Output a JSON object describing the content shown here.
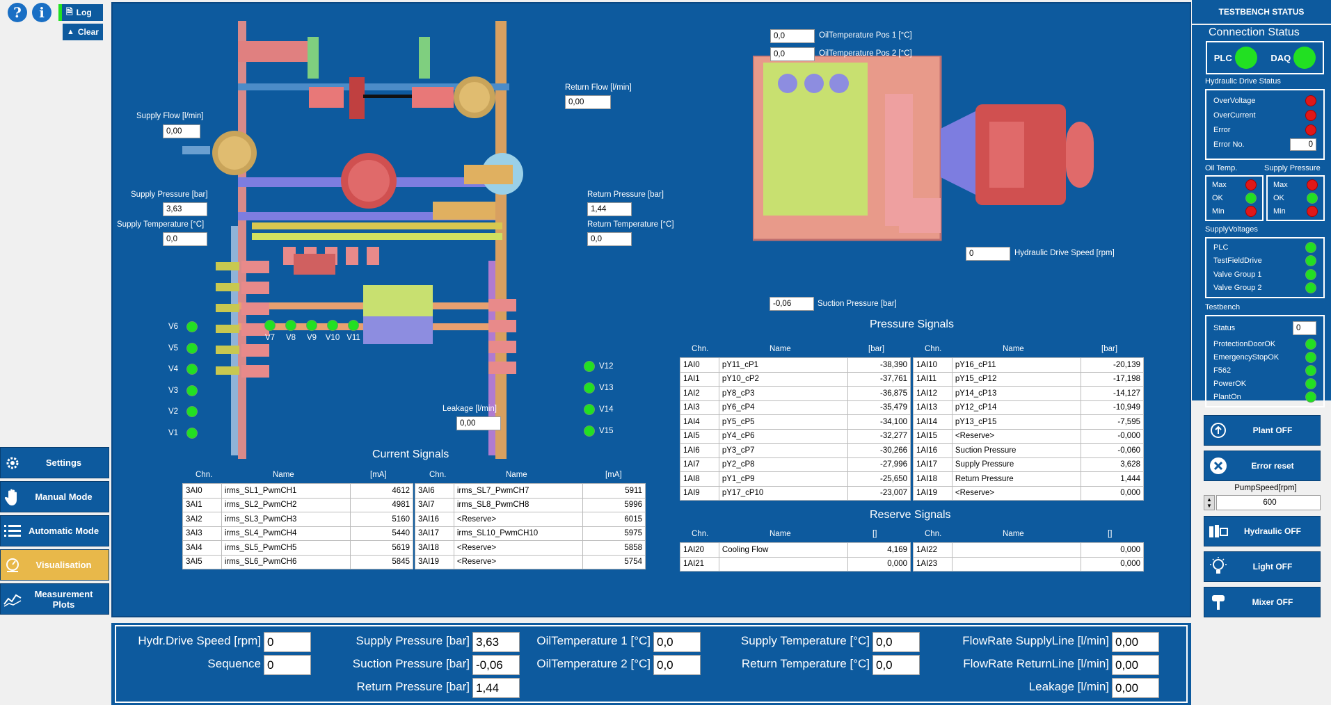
{
  "toolbar": {
    "help_icon": "question-icon",
    "info_icon": "info-icon",
    "log_label": "Log",
    "clear_label": "Clear"
  },
  "nav": [
    {
      "label": "Settings",
      "icon": "gear-icon"
    },
    {
      "label": "Manual Mode",
      "icon": "hand-icon"
    },
    {
      "label": "Automatic Mode",
      "icon": "list-icon"
    },
    {
      "label": "Visualisation",
      "icon": "gauge-icon",
      "active": true
    },
    {
      "label": "Measurement Plots",
      "icon": "chart-icon"
    }
  ],
  "diagram": {
    "supply_flow": {
      "label": "Supply Flow [l/min]",
      "value": "0,00"
    },
    "return_flow": {
      "label": "Return Flow [l/min]",
      "value": "0,00"
    },
    "supply_pressure": {
      "label": "Supply Pressure [bar]",
      "value": "3,63"
    },
    "supply_temperature": {
      "label": "Supply Temperature [°C]",
      "value": "0,0"
    },
    "return_pressure": {
      "label": "Return Pressure [bar]",
      "value": "1,44"
    },
    "return_temperature": {
      "label": "Return Temperature [°C]",
      "value": "0,0"
    },
    "leakage": {
      "label": "Leakage [l/min]",
      "value": "0,00"
    },
    "oil_temp_1": {
      "label": "OilTemperature Pos 1 [°C]",
      "value": "0,0"
    },
    "oil_temp_2": {
      "label": "OilTemperature Pos 2 [°C]",
      "value": "0,0"
    },
    "suction_pressure": {
      "label": "Suction Pressure [bar]",
      "value": "-0,06"
    },
    "drive_speed": {
      "label": "Hydraulic Drive Speed [rpm]",
      "value": "0"
    },
    "valves_left": [
      "V6",
      "V5",
      "V4",
      "V3",
      "V2",
      "V1"
    ],
    "valves_mid": [
      "V7",
      "V8",
      "V9",
      "V10",
      "V11"
    ],
    "valves_right": [
      "V12",
      "V13",
      "V14",
      "V15"
    ]
  },
  "current_signals": {
    "title": "Current Signals",
    "headers": [
      "Chn.",
      "Name",
      "[mA]"
    ],
    "left": [
      [
        "3AI0",
        "irms_SL1_PwmCH1",
        "4612"
      ],
      [
        "3AI1",
        "irms_SL2_PwmCH2",
        "4981"
      ],
      [
        "3AI2",
        "irms_SL3_PwmCH3",
        "5160"
      ],
      [
        "3AI3",
        "irms_SL4_PwmCH4",
        "5440"
      ],
      [
        "3AI4",
        "irms_SL5_PwmCH5",
        "5619"
      ],
      [
        "3AI5",
        "irms_SL6_PwmCH6",
        "5845"
      ]
    ],
    "right": [
      [
        "3AI6",
        "irms_SL7_PwmCH7",
        "5911"
      ],
      [
        "3AI7",
        "irms_SL8_PwmCH8",
        "5996"
      ],
      [
        "3AI16",
        "<Reserve>",
        "6015"
      ],
      [
        "3AI17",
        "irms_SL10_PwmCH10",
        "5975"
      ],
      [
        "3AI18",
        "<Reserve>",
        "5858"
      ],
      [
        "3AI19",
        "<Reserve>",
        "5754"
      ]
    ]
  },
  "pressure_signals": {
    "title": "Pressure Signals",
    "headers": [
      "Chn.",
      "Name",
      "[bar]"
    ],
    "left": [
      [
        "1AI0",
        "pY11_cP1",
        "-38,390"
      ],
      [
        "1AI1",
        "pY10_cP2",
        "-37,761"
      ],
      [
        "1AI2",
        "pY8_cP3",
        "-36,875"
      ],
      [
        "1AI3",
        "pY6_cP4",
        "-35,479"
      ],
      [
        "1AI4",
        "pY5_cP5",
        "-34,100"
      ],
      [
        "1AI5",
        "pY4_cP6",
        "-32,277"
      ],
      [
        "1AI6",
        "pY3_cP7",
        "-30,266"
      ],
      [
        "1AI7",
        "pY2_cP8",
        "-27,996"
      ],
      [
        "1AI8",
        "pY1_cP9",
        "-25,650"
      ],
      [
        "1AI9",
        "pY17_cP10",
        "-23,007"
      ]
    ],
    "right": [
      [
        "1AI10",
        "pY16_cP11",
        "-20,139"
      ],
      [
        "1AI11",
        "pY15_cP12",
        "-17,198"
      ],
      [
        "1AI12",
        "pY14_cP13",
        "-14,127"
      ],
      [
        "1AI13",
        "pY12_cP14",
        "-10,949"
      ],
      [
        "1AI14",
        "pY13_cP15",
        "-7,595"
      ],
      [
        "1AI15",
        "<Reserve>",
        "-0,000"
      ],
      [
        "1AI16",
        "Suction Pressure",
        "-0,060"
      ],
      [
        "1AI17",
        "Supply Pressure",
        "3,628"
      ],
      [
        "1AI18",
        "Return Pressure",
        "1,444"
      ],
      [
        "1AI19",
        "<Reserve>",
        "0,000"
      ]
    ]
  },
  "reserve_signals": {
    "title": "Reserve Signals",
    "headers": [
      "Chn.",
      "Name",
      "[]"
    ],
    "left": [
      [
        "1AI20",
        "Cooling Flow",
        "4,169"
      ],
      [
        "1AI21",
        "",
        "0,000"
      ]
    ],
    "right": [
      [
        "1AI22",
        "",
        "0,000"
      ],
      [
        "1AI23",
        "",
        "0,000"
      ]
    ]
  },
  "status": {
    "title": "TESTBENCH STATUS",
    "connection_title": "Connection Status",
    "plc": "PLC",
    "daq": "DAQ",
    "hyd_drive_title": "Hydraulic Drive Status",
    "hyd_items": [
      "OverVoltage",
      "OverCurrent",
      "Error"
    ],
    "error_no_label": "Error No.",
    "error_no": "0",
    "oil_temp_title": "Oil Temp.",
    "supply_pressure_title": "Supply Pressure",
    "levels": [
      "Max",
      "OK",
      "Min"
    ],
    "supply_voltages_title": "SupplyVoltages",
    "voltages": [
      "PLC",
      "TestFieldDrive",
      "Valve Group 1",
      "Valve Group 2"
    ],
    "testbench_title": "Testbench",
    "status_label": "Status",
    "status_value": "0",
    "tb_items": [
      "ProtectionDoorOK",
      "EmergencyStopOK",
      "F562",
      "PowerOK",
      "PlantOn"
    ],
    "pump_speed_label": "PumpSpeed[rpm]",
    "pump_speed": "600",
    "colors": {
      "ok": "#22e022",
      "alarm": "#e01818"
    }
  },
  "actions": [
    {
      "label": "Plant OFF",
      "icon": "power-icon"
    },
    {
      "label": "Error reset",
      "icon": "x-circle-icon"
    },
    {
      "label": "Hydraulic OFF",
      "icon": "hydraulic-icon"
    },
    {
      "label": "Light OFF",
      "icon": "bulb-icon"
    },
    {
      "label": "Mixer OFF",
      "icon": "mixer-icon"
    }
  ],
  "bottom": {
    "hydr_drive_speed": {
      "label": "Hydr.Drive Speed [rpm]",
      "value": "0"
    },
    "sequence": {
      "label": "Sequence",
      "value": "0"
    },
    "supply_pressure": {
      "label": "Supply Pressure [bar]",
      "value": "3,63"
    },
    "suction_pressure": {
      "label": "Suction Pressure [bar]",
      "value": "-0,06"
    },
    "return_pressure": {
      "label": "Return Pressure [bar]",
      "value": "1,44"
    },
    "oil_temp_1": {
      "label": "OilTemperature 1 [°C]",
      "value": "0,0"
    },
    "oil_temp_2": {
      "label": "OilTemperature 2 [°C]",
      "value": "0,0"
    },
    "supply_temperature": {
      "label": "Supply Temperature [°C]",
      "value": "0,0"
    },
    "return_temperature": {
      "label": "Return Temperature [°C]",
      "value": "0,0"
    },
    "flow_supply": {
      "label": "FlowRate SupplyLine [l/min]",
      "value": "0,00"
    },
    "flow_return": {
      "label": "FlowRate ReturnLine [l/min]",
      "value": "0,00"
    },
    "leakage": {
      "label": "Leakage [l/min]",
      "value": "0,00"
    }
  }
}
